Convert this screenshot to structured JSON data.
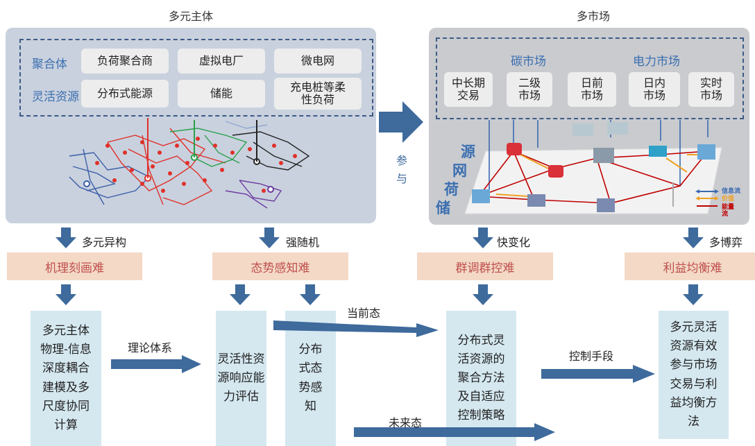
{
  "left_panel": {
    "title": "多元主体",
    "row1_label": "聚合体",
    "row1_items": [
      "负荷聚合商",
      "虚拟电厂",
      "微电网"
    ],
    "row2_label": "灵活资源",
    "row2_items": [
      "分布式能源",
      "储能",
      "充电桩等柔性负荷"
    ]
  },
  "right_panel": {
    "title": "多市场",
    "carbon_market": "碳市场",
    "power_market": "电力市场",
    "markets": [
      "中长期交易",
      "二级市场",
      "日前市场",
      "日内市场",
      "实时市场"
    ],
    "side_chars": [
      "源",
      "网",
      "荷",
      "储"
    ],
    "legend": [
      "信息流",
      "价值",
      "能量流"
    ]
  },
  "participate": [
    "参",
    "与"
  ],
  "arrow_labels": [
    "多元异构",
    "强随机",
    "快变化",
    "多博弈"
  ],
  "challenges": [
    "机理刻画难",
    "态势感知难",
    "群调群控难",
    "利益均衡难"
  ],
  "boxes": [
    "多元主体物理-信息深度耦合建模及多尺度协同计算",
    "灵活性资源响应能力评估",
    "分布式态势感知",
    "分布式灵活资源的聚合方法及自适应控制策略",
    "多元灵活资源有效参与市场交易与利益均衡方法"
  ],
  "flow_labels": {
    "theory": "理论体系",
    "current": "当前态",
    "future": "未来态",
    "control": "控制手段"
  },
  "colors": {
    "arrow": "#3e6a9c",
    "panel_left": "#c9d1de",
    "panel_right": "#c9cbcf",
    "orange_box": "#f3d9c6",
    "orange_text": "#c0504d",
    "light_box": "#d5e8f0"
  }
}
